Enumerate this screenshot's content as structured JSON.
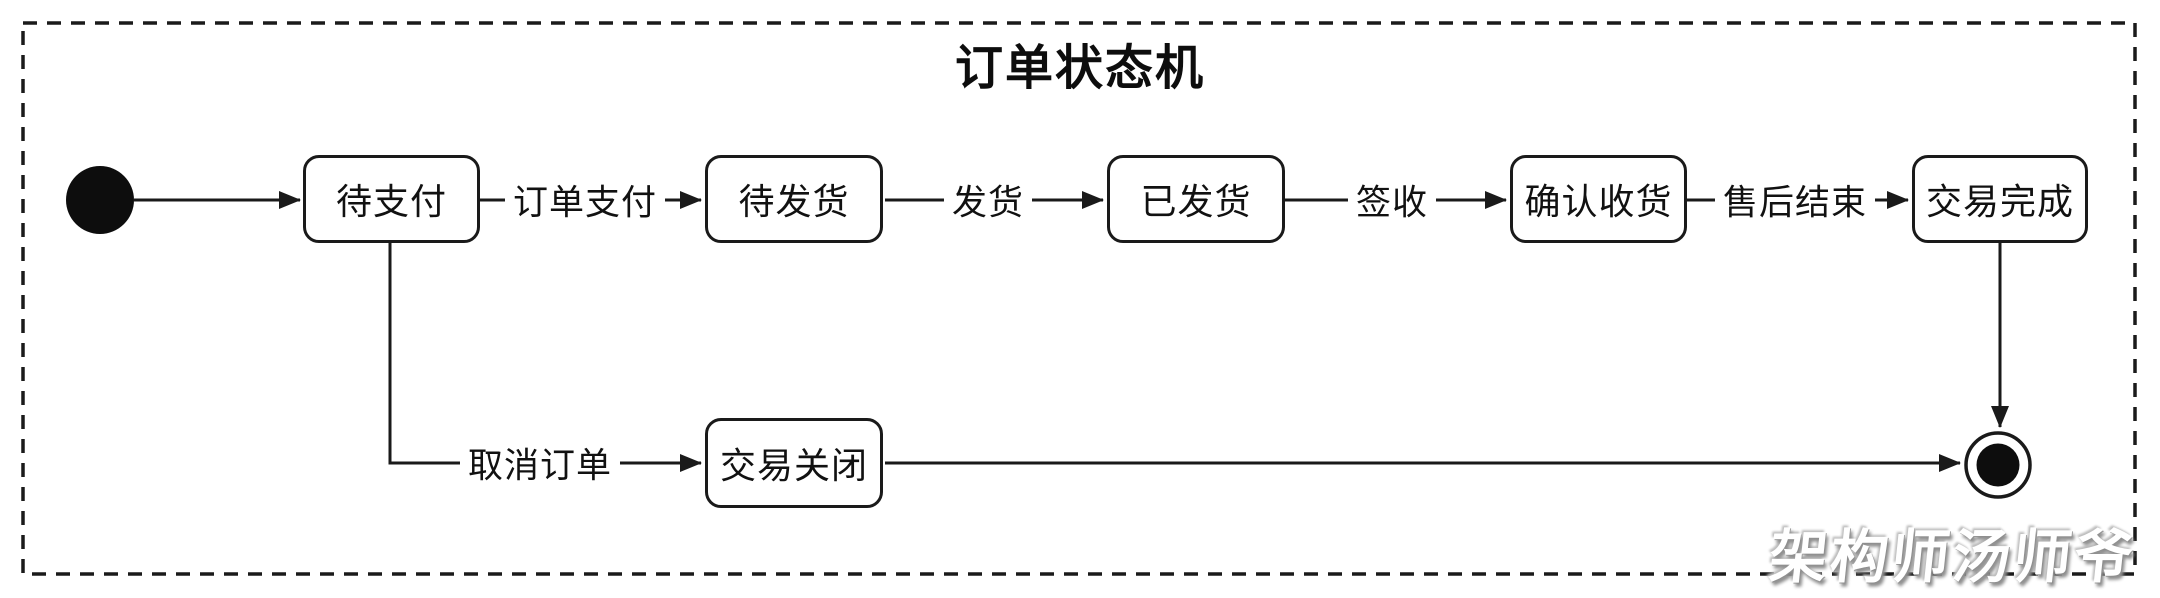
{
  "diagram": {
    "title": "订单状态机",
    "states": [
      {
        "id": "pending-payment",
        "label": "待支付"
      },
      {
        "id": "pending-shipment",
        "label": "待发货"
      },
      {
        "id": "shipped",
        "label": "已发货"
      },
      {
        "id": "confirm-receipt",
        "label": "确认收货"
      },
      {
        "id": "transaction-complete",
        "label": "交易完成"
      },
      {
        "id": "transaction-closed",
        "label": "交易关闭"
      }
    ],
    "pseudostates": [
      {
        "id": "initial",
        "name": "initial-state-marker"
      },
      {
        "id": "final",
        "name": "final-state-marker"
      }
    ],
    "transitions": [
      {
        "from": "initial",
        "to": "待支付",
        "label": ""
      },
      {
        "from": "待支付",
        "to": "待发货",
        "label": "订单支付"
      },
      {
        "from": "待发货",
        "to": "已发货",
        "label": "发货"
      },
      {
        "from": "已发货",
        "to": "确认收货",
        "label": "签收"
      },
      {
        "from": "确认收货",
        "to": "交易完成",
        "label": "售后结束"
      },
      {
        "from": "待支付",
        "to": "交易关闭",
        "label": "取消订单"
      },
      {
        "from": "交易关闭",
        "to": "final",
        "label": ""
      },
      {
        "from": "交易完成",
        "to": "final",
        "label": ""
      }
    ],
    "colors": {
      "stroke": "#1a1a1a",
      "node_fill": "#ffffff",
      "background": "#ffffff",
      "text": "#111111"
    }
  },
  "watermark": {
    "text": "架构师汤师爷"
  }
}
